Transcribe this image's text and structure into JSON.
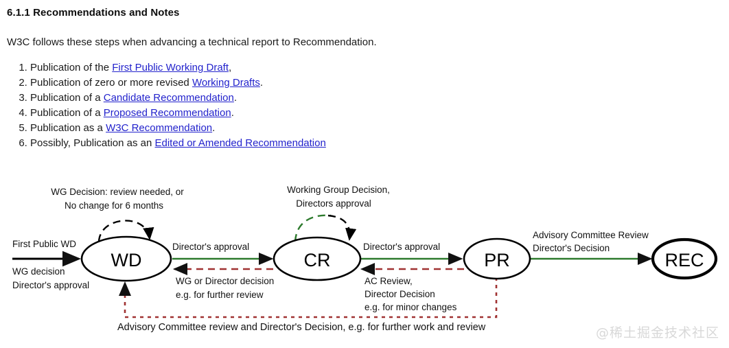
{
  "document": {
    "heading": "6.1.1 Recommendations and Notes",
    "intro": "W3C follows these steps when advancing a technical report to Recommendation.",
    "steps": [
      {
        "prefix": "Publication of the ",
        "link": "First Public Working Draft",
        "suffix": ","
      },
      {
        "prefix": "Publication of zero or more revised ",
        "link": "Working Drafts",
        "suffix": "."
      },
      {
        "prefix": "Publication of a ",
        "link": "Candidate Recommendation",
        "suffix": "."
      },
      {
        "prefix": "Publication of a ",
        "link": "Proposed Recommendation",
        "suffix": "."
      },
      {
        "prefix": "Publication as a ",
        "link": "W3C Recommendation",
        "suffix": "."
      },
      {
        "prefix": "Possibly, Publication as an ",
        "link": "Edited or Amended Recommendation",
        "suffix": ""
      }
    ]
  },
  "diagram": {
    "nodes": [
      {
        "id": "wd",
        "label": "WD"
      },
      {
        "id": "cr",
        "label": "CR"
      },
      {
        "id": "pr",
        "label": "PR"
      },
      {
        "id": "rec",
        "label": "REC"
      }
    ],
    "labels": {
      "wd_loop_line1": "WG Decision: review needed, or",
      "wd_loop_line2": "No change for 6 months",
      "cr_loop_line1": "Working Group Decision,",
      "cr_loop_line2": "Directors approval",
      "entry_line1": "First Public WD",
      "entry_line2": "WG decision",
      "entry_line3": "Director's approval",
      "wd_to_cr": "Director's approval",
      "cr_to_wd_line1": "WG or Director decision",
      "cr_to_wd_line2": "e.g. for further review",
      "cr_to_pr": "Director's approval",
      "pr_to_cr_line1": "AC Review,",
      "pr_to_cr_line2": "Director Decision",
      "pr_to_cr_line3": "e.g. for minor changes",
      "pr_to_rec_line1": "Advisory Committee Review",
      "pr_to_rec_line2": "Director's Decision",
      "bottom_caption": "Advisory Committee review and Director's Decision, e.g. for further work and review"
    },
    "colors": {
      "node_stroke": "#000000",
      "forward_edge": "#2d7a2d",
      "feedback_edge": "#a03232",
      "text": "#111111",
      "link": "#2222cc"
    }
  },
  "watermark": {
    "text": "@稀土掘金技术社区"
  }
}
